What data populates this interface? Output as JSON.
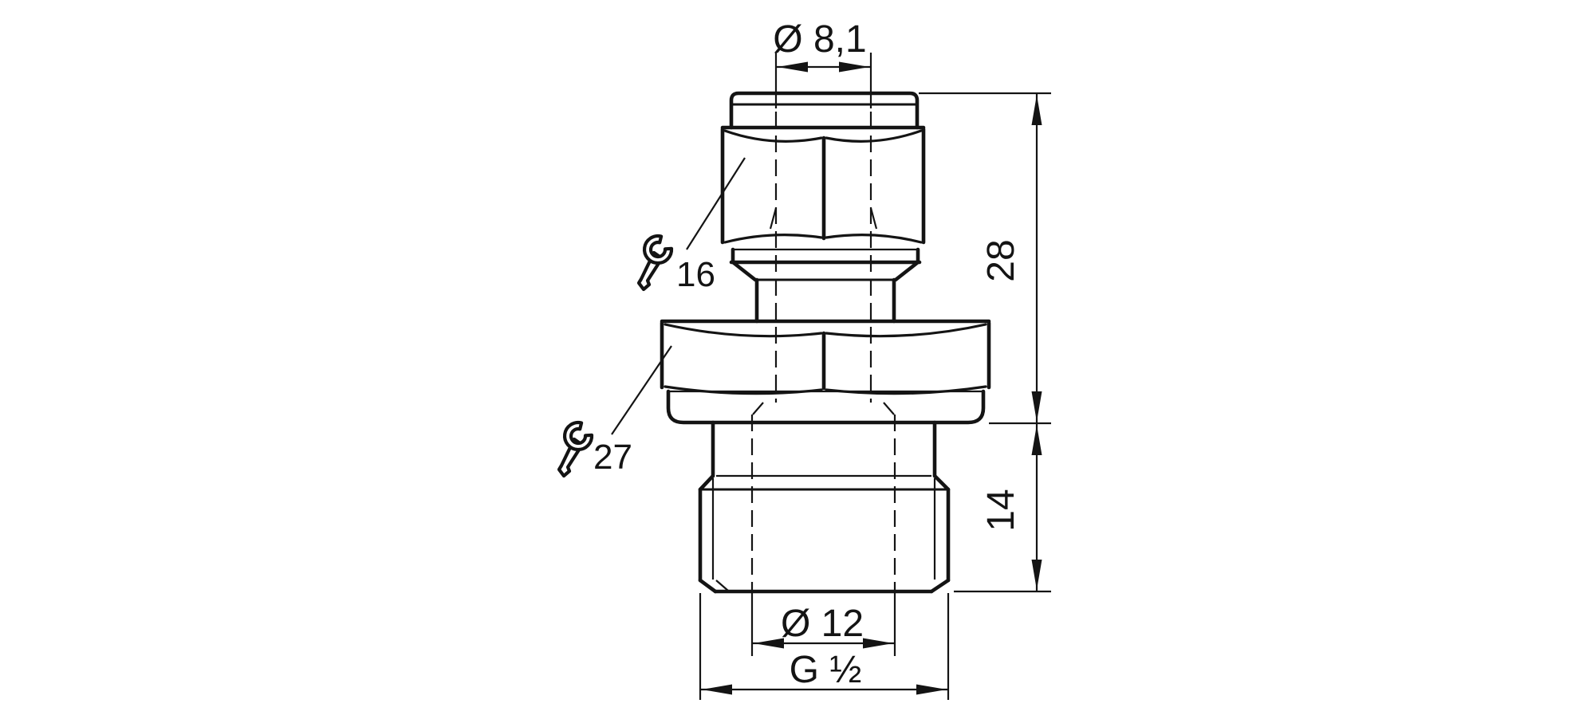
{
  "drawing": {
    "kind": "technical dimensional drawing of threaded process adapter",
    "colors": {
      "line": "#141414",
      "background": "#ffffff"
    },
    "dimensions": {
      "top_bore": "Ø 8,1",
      "upper_height": "28",
      "thread_length": "14",
      "lower_bore": "Ø 12",
      "thread_size": "G ½"
    },
    "wrench_sizes": {
      "upper": "16",
      "lower": "27"
    }
  }
}
